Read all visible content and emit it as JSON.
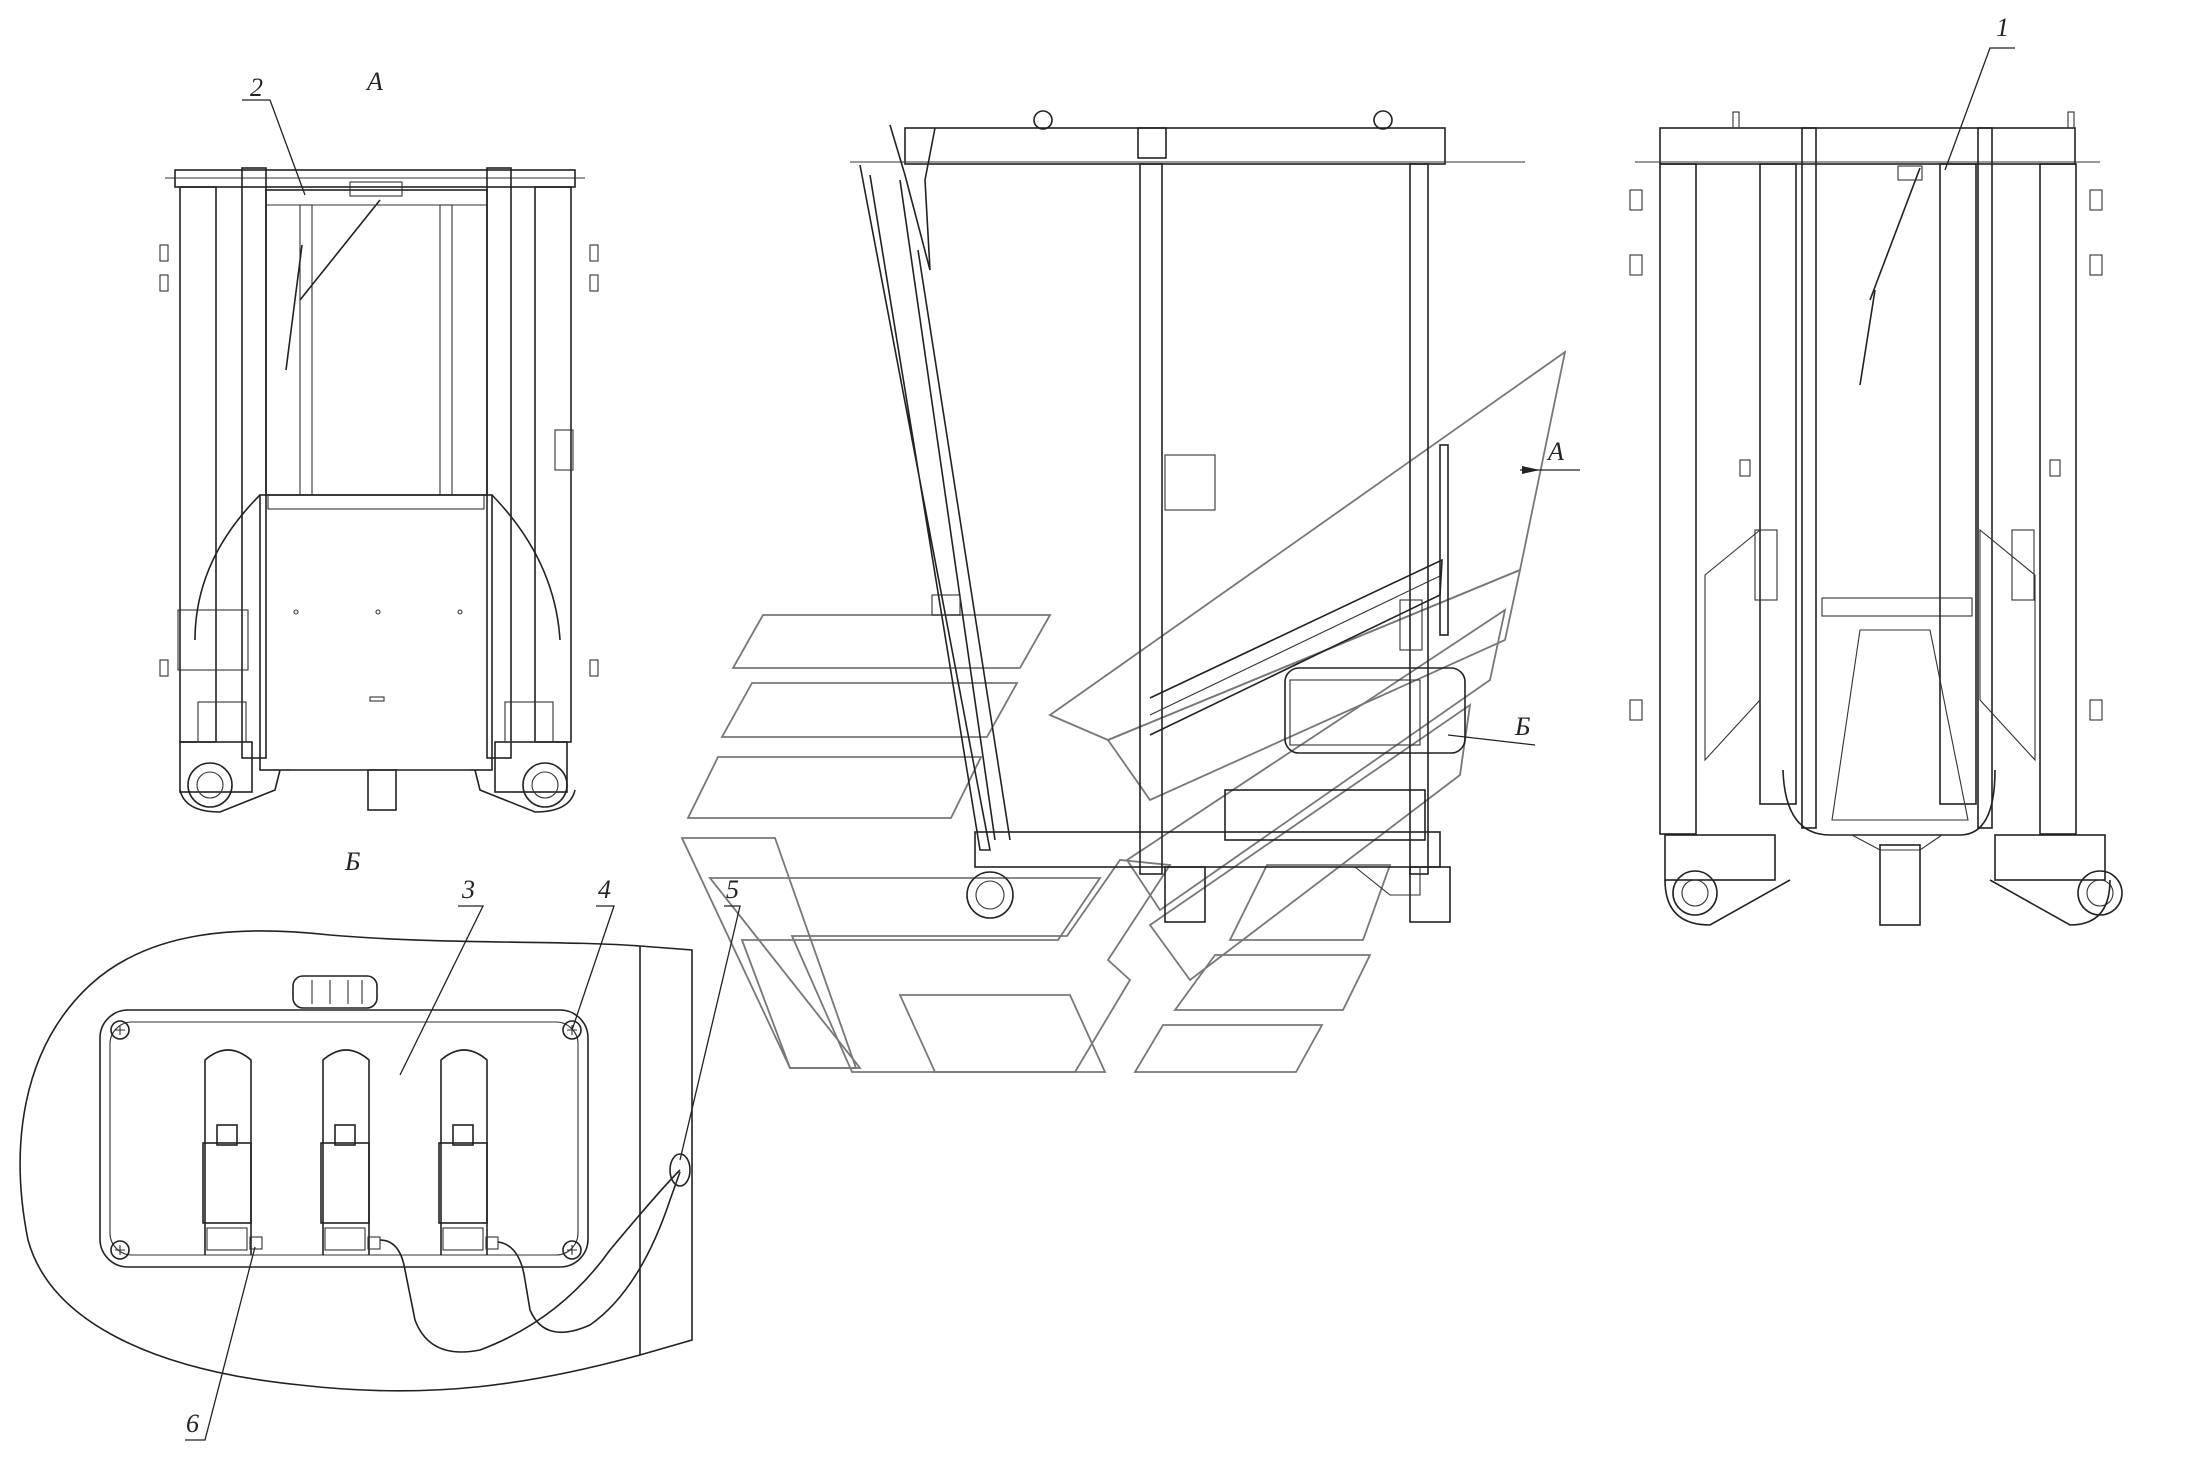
{
  "view_labels": {
    "view_a_title": "А",
    "view_b_title": "Б",
    "arrow_a_label": "А",
    "callout_b_label": "Б"
  },
  "callouts": [
    "1",
    "2",
    "3",
    "4",
    "5",
    "6"
  ]
}
